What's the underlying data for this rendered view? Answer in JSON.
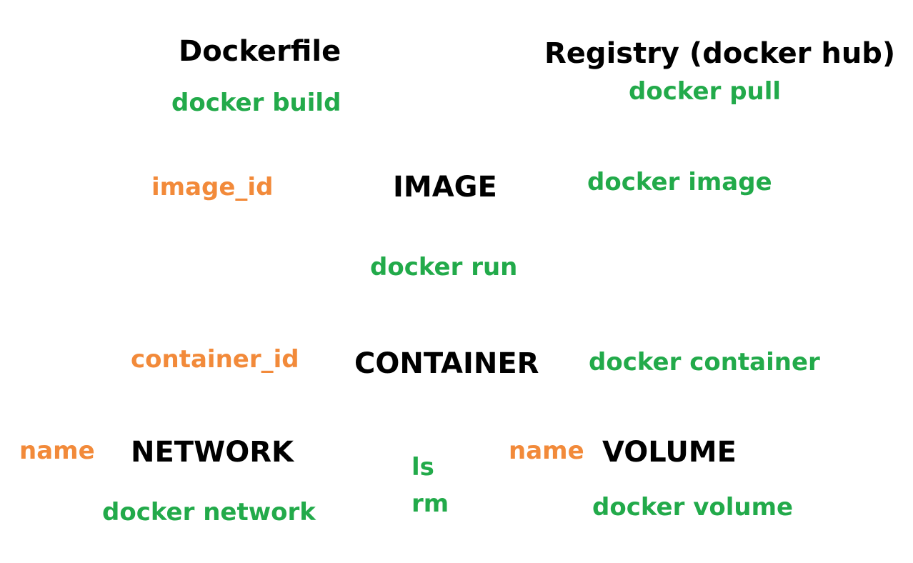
{
  "colors": {
    "object": "#000000",
    "command": "#22aa4a",
    "identifier": "#f28a3a",
    "background": "#ffffff"
  },
  "sources": {
    "dockerfile": "Dockerfile",
    "registry": "Registry (docker hub)",
    "build_cmd": "docker build",
    "pull_cmd": "docker pull"
  },
  "image": {
    "title": "IMAGE",
    "identifier": "image_id",
    "command": "docker image"
  },
  "run_cmd": "docker run",
  "container": {
    "title": "CONTAINER",
    "identifier": "container_id",
    "command": "docker container"
  },
  "network": {
    "title": "NETWORK",
    "identifier": "name",
    "command": "docker network"
  },
  "volume": {
    "title": "VOLUME",
    "identifier": "name",
    "command": "docker volume"
  },
  "subcommands": [
    "ls",
    "rm"
  ]
}
